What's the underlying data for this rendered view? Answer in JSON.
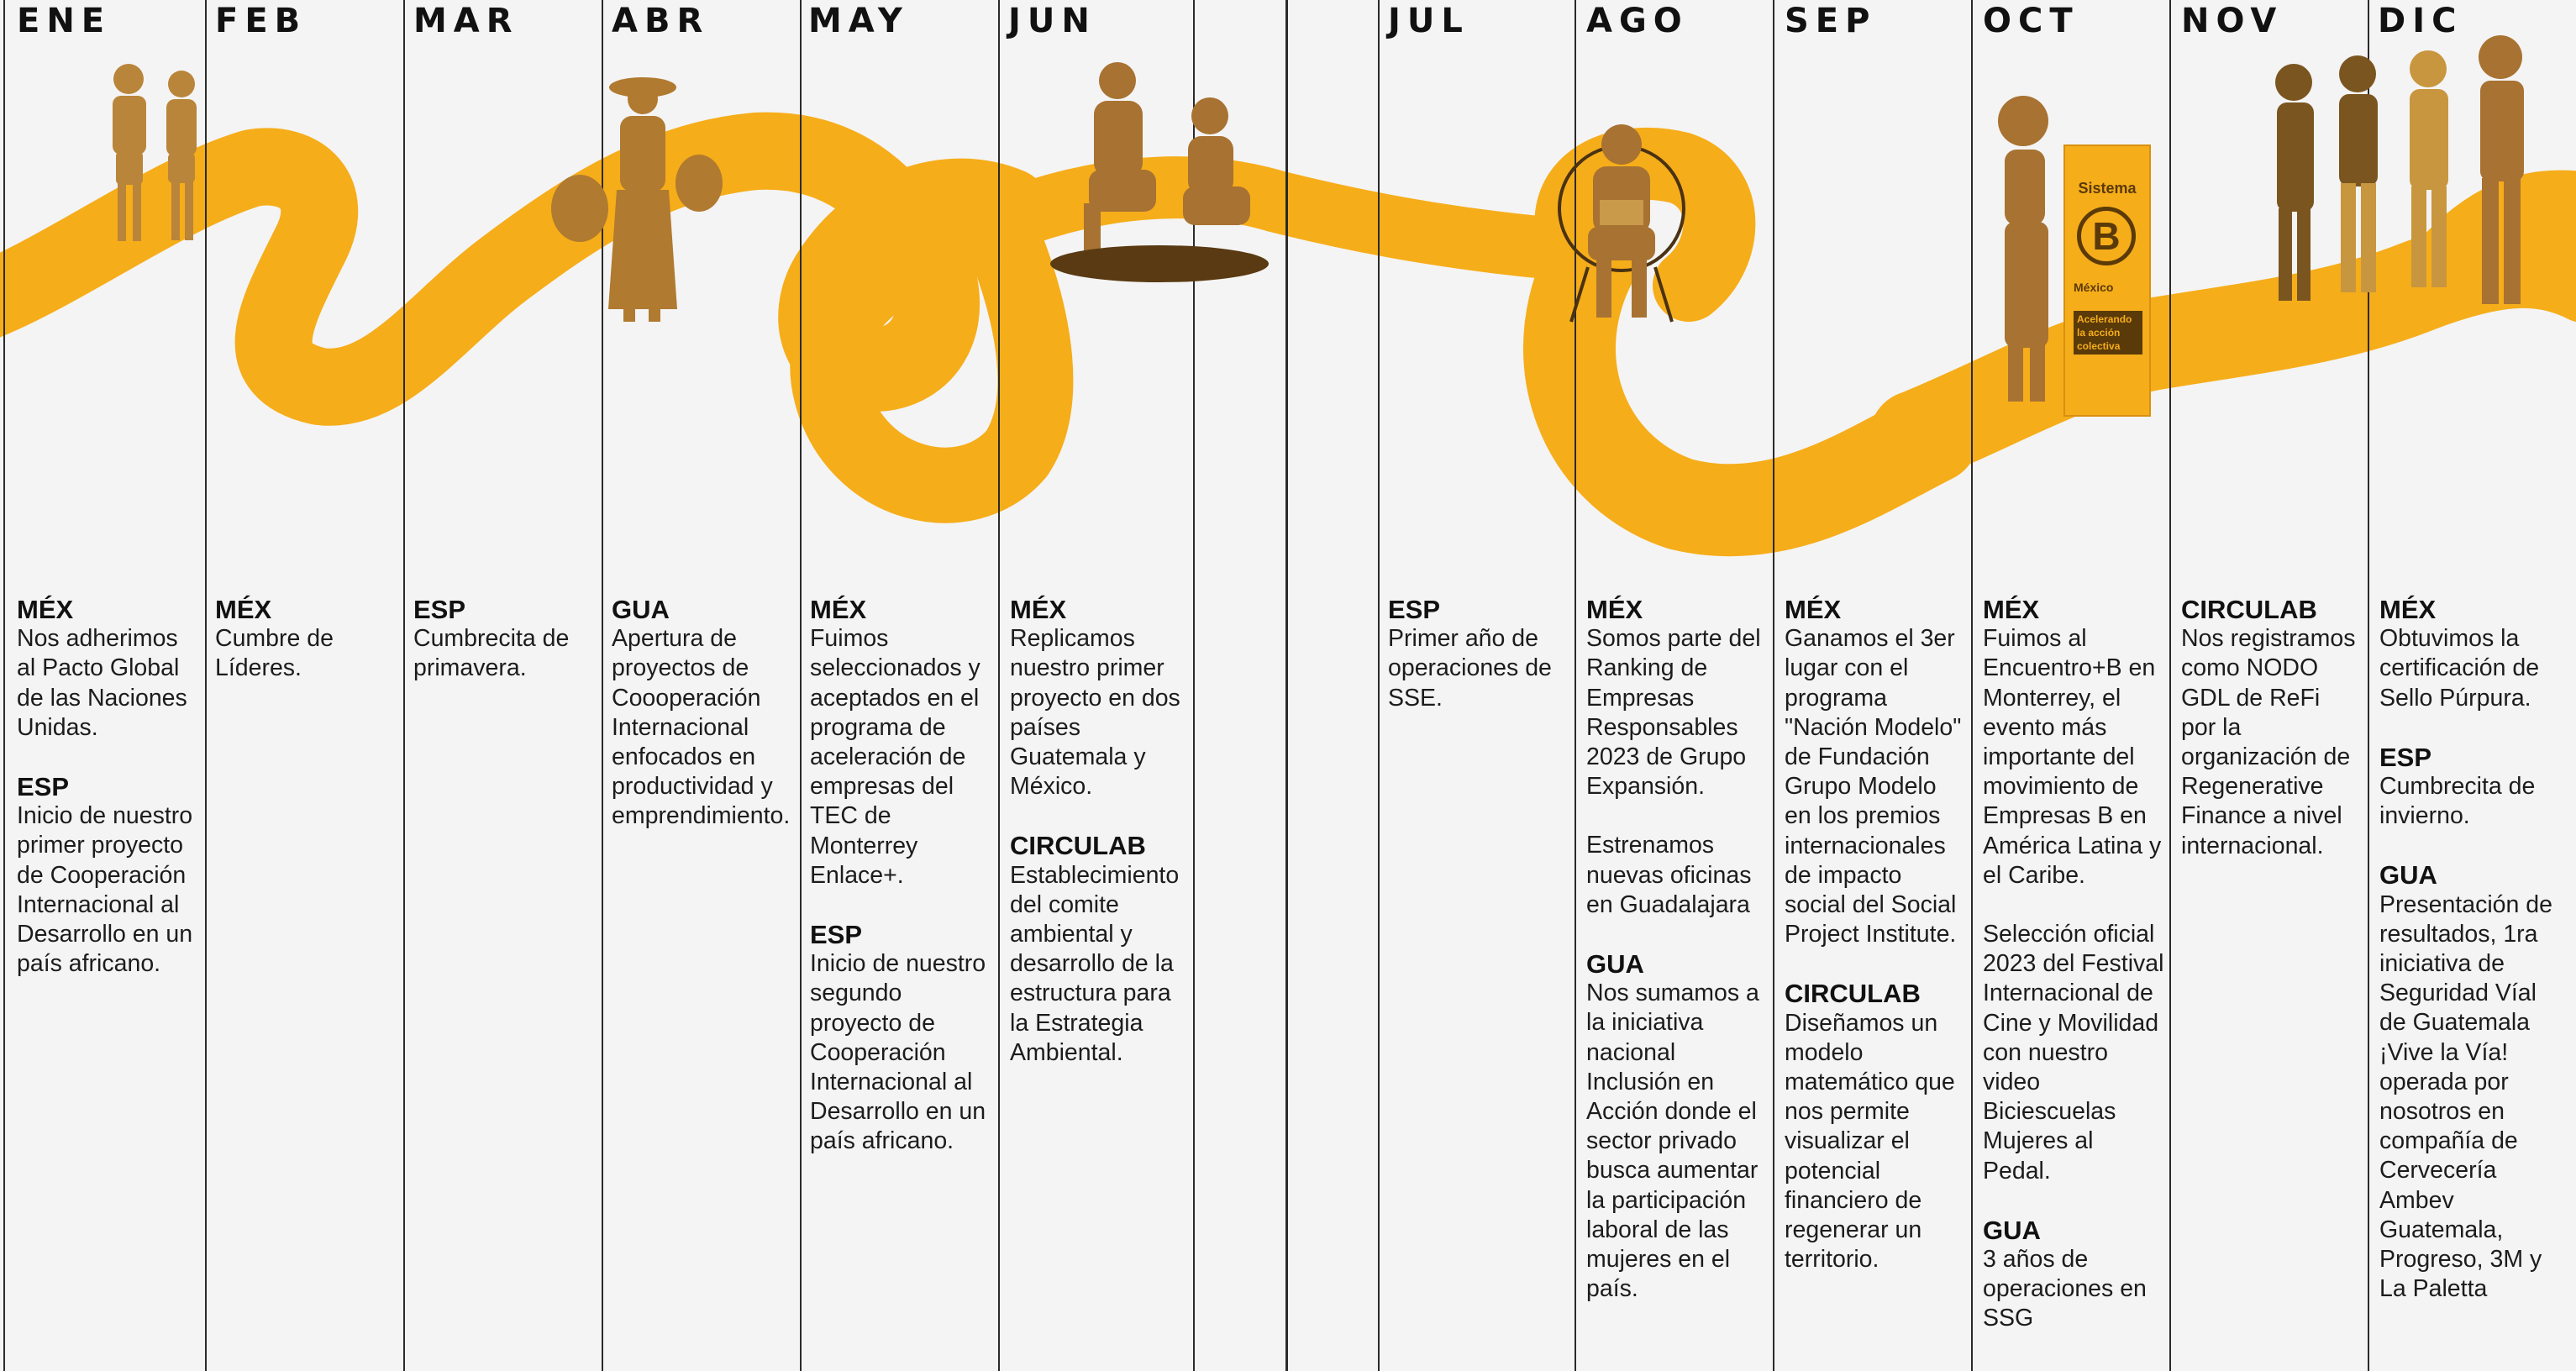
{
  "colors": {
    "background": "#f4f4f4",
    "ribbon": "#f6ad1a",
    "lines": "#2a2a2a",
    "text": "#1c1c1c"
  },
  "bcorp_sign": {
    "title": "Sistema",
    "logo": "B",
    "subtitle": "México",
    "tagline": "Acelerando la acción colectiva"
  },
  "months": [
    {
      "label": "ENE",
      "entries": [
        {
          "country": "MÉX",
          "text": "Nos adherimos al Pacto Global de las Naciones Unidas."
        },
        {
          "country": "ESP",
          "text": "Inicio de nuestro primer proyecto de Cooperación Internacional al Desarrollo en un país africano."
        }
      ]
    },
    {
      "label": "FEB",
      "entries": [
        {
          "country": "MÉX",
          "text": "Cumbre de Líderes."
        }
      ]
    },
    {
      "label": "MAR",
      "entries": [
        {
          "country": "ESP",
          "text": "Cumbrecita de primavera."
        }
      ]
    },
    {
      "label": "ABR",
      "entries": [
        {
          "country": "GUA",
          "text": "Apertura de proyectos de Coooperación Internacional enfocados en productividad y emprendimiento."
        }
      ]
    },
    {
      "label": "MAY",
      "entries": [
        {
          "country": "MÉX",
          "text": "Fuimos seleccionados y aceptados en el programa de aceleración de empresas del TEC de Monterrey Enlace+."
        },
        {
          "country": "ESP",
          "text": "Inicio de nuestro segundo proyecto de Cooperación Internacional al Desarrollo en un país africano."
        }
      ]
    },
    {
      "label": "JUN",
      "entries": [
        {
          "country": "MÉX",
          "text": "Replicamos nuestro primer proyecto en dos países Guatemala y México."
        },
        {
          "country": "CIRCULAB",
          "text": "Establecimiento del comite ambiental y desarrollo de la estructura para la Estrategia Ambiental."
        }
      ]
    },
    {
      "label": "JUL",
      "entries": [
        {
          "country": "ESP",
          "text": "Primer año de operaciones de SSE."
        }
      ]
    },
    {
      "label": "AGO",
      "entries": [
        {
          "country": "MÉX",
          "text": "Somos parte del Ranking de Empresas Responsables 2023 de Grupo Expansión."
        },
        {
          "country": "",
          "text": "Estrenamos nuevas oficinas en Guadalajara"
        },
        {
          "country": "GUA",
          "text": "Nos sumamos a la iniciativa nacional Inclusión en Acción donde el sector privado busca aumentar la participación laboral de las mujeres en el país."
        }
      ]
    },
    {
      "label": "SEP",
      "entries": [
        {
          "country": "MÉX",
          "text": "Ganamos el 3er lugar con el programa \"Nación Modelo\" de Fundación Grupo Modelo en los premios internacionales de impacto social del Social Project Institute."
        },
        {
          "country": "CIRCULAB",
          "text": "Diseñamos un modelo matemático que nos permite visualizar el potencial financiero de regenerar un territorio."
        }
      ]
    },
    {
      "label": "OCT",
      "entries": [
        {
          "country": "MÉX",
          "text": "Fuimos al Encuentro+B en Monterrey, el evento más importante del movimiento de Empresas B en América Latina y el Caribe."
        },
        {
          "country": "",
          "text": "Selección oficial 2023 del Festival Internacional de Cine y Movilidad con nuestro video Biciescuelas Mujeres al Pedal."
        },
        {
          "country": "GUA",
          "text": "3 años de operaciones en SSG"
        }
      ]
    },
    {
      "label": "NOV",
      "entries": [
        {
          "country": "CIRCULAB",
          "text": "Nos registramos como NODO GDL de ReFi por la organización de Regenerative Finance a nivel internacional."
        }
      ]
    },
    {
      "label": "DIC",
      "entries": [
        {
          "country": "MÉX",
          "text": "Obtuvimos la certificación de Sello Púrpura."
        },
        {
          "country": "ESP",
          "text": "Cumbrecita de invierno."
        },
        {
          "country": "GUA",
          "text": "Presentación de resultados, 1ra iniciativa de Seguridad Víal de Guatemala ¡Vive la Vía! operada por nosotros en compañía de Cervecería Ambev Guatemala, Progreso, 3M y La Paletta"
        }
      ]
    }
  ]
}
